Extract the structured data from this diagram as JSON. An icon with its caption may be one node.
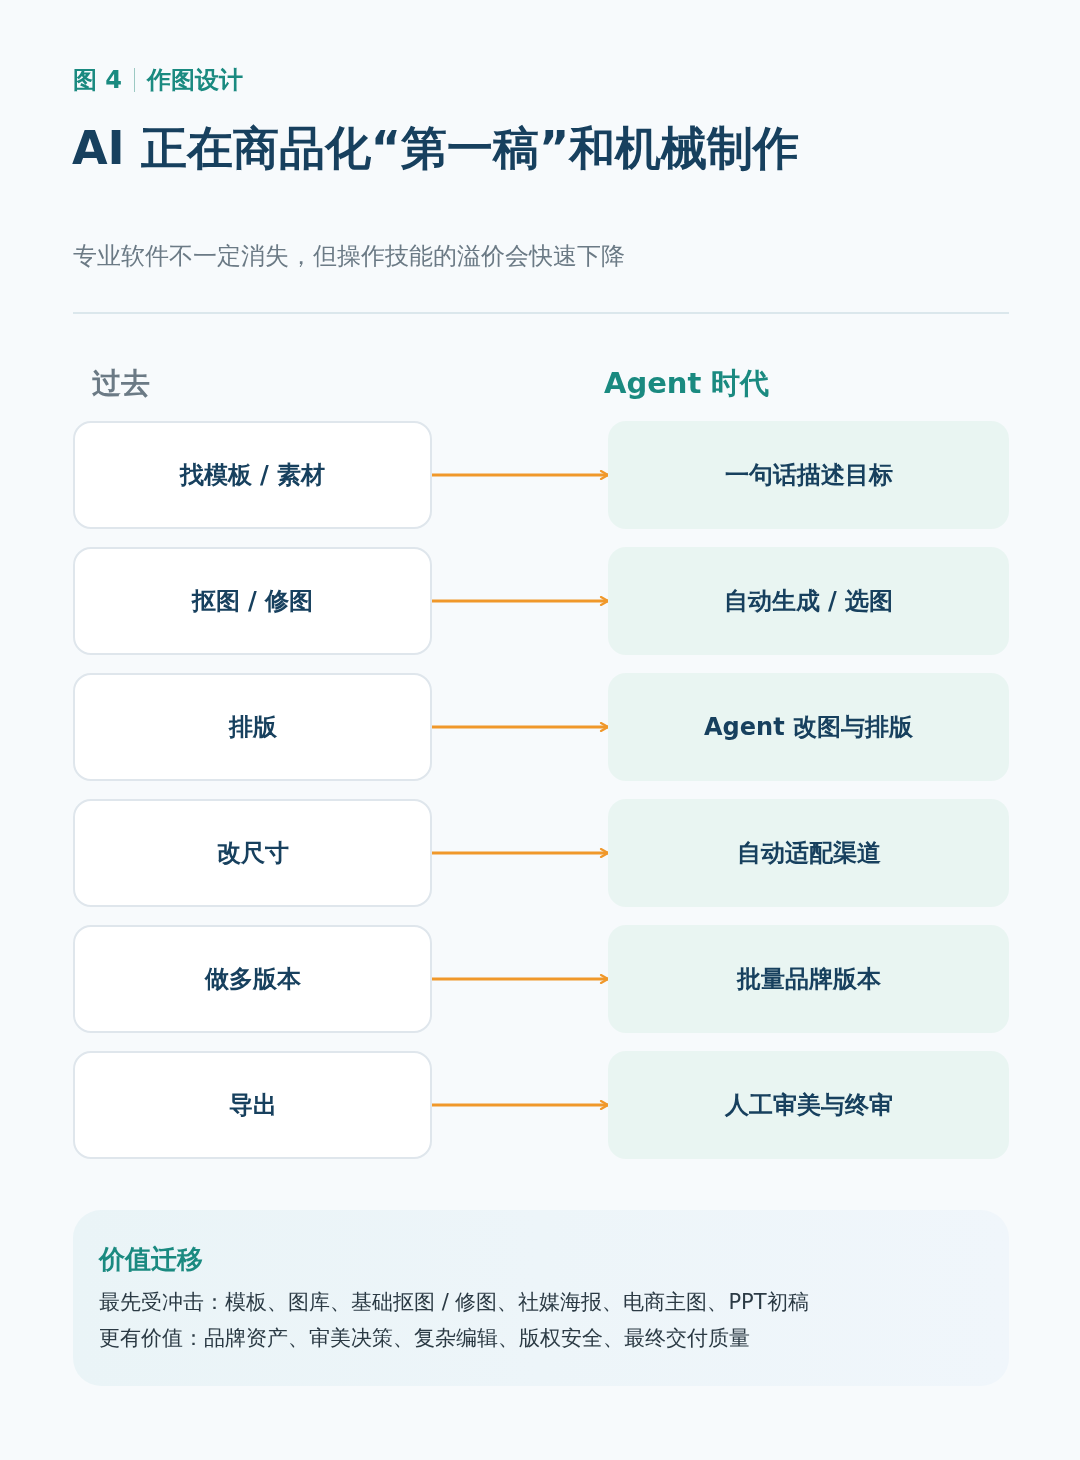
{
  "diagram": {
    "title": "AI 正在商品化“第一稿”和机械制作",
    "nodes": [
      {
        "text": [
          "找模板 / 素材"
        ]
      },
      {
        "text": [
          "抠图 / 修图"
        ]
      },
      {
        "text": [
          "排版"
        ]
      },
      {
        "text": [
          "改尺寸"
        ]
      },
      {
        "text": [
          "做多版本"
        ]
      },
      {
        "text": [
          "导出"
        ]
      },
      {
        "text": [
          "一句话描述目标"
        ]
      },
      {
        "text": [
          "自动生成 / 选图"
        ]
      },
      {
        "text": [
          "Agent 改图与排版"
        ]
      },
      {
        "text": [
          "自动适配渠道"
        ]
      },
      {
        "text": [
          "批量品牌版本"
        ]
      },
      {
        "text": [
          "人工审美与终审"
        ]
      },
      {
        "text": [
          "价值迁移",
          "最先受冲击：模板、图库、基础抠图 / 修图、社媒海报、电商主图、PPT初稿",
          "更有价值：品牌资产、审美决策、复杂编辑、版权安全、最终交付质量"
        ]
      }
    ],
    "edges": [
      {
        "from": 0,
        "to": 6,
        "arrow": "to"
      },
      {
        "from": 1,
        "to": 7,
        "arrow": "to"
      },
      {
        "from": 2,
        "to": 8,
        "arrow": "to"
      },
      {
        "from": 3,
        "to": 9,
        "arrow": "to"
      },
      {
        "from": 4,
        "to": 10,
        "arrow": "to"
      },
      {
        "from": 5,
        "to": 11,
        "arrow": "to"
      }
    ],
    "labels": [
      "图 4",
      "作图设计",
      "专业软件不一定消失，但操作技能的溢价会快速下降",
      "过去",
      "Agent 时代"
    ]
  }
}
